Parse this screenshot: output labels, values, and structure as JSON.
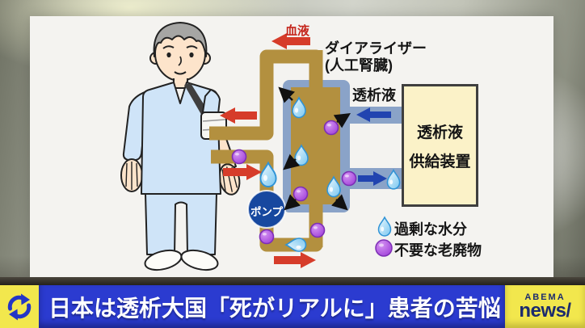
{
  "scene": {
    "diagram": {
      "blood_label": "血液",
      "dialyzer_name": "ダイアライザー",
      "dialyzer_sub": "(人工腎臓)",
      "dialysate_label": "透析液",
      "supply_device_line1": "透析液",
      "supply_device_line2": "供給装置",
      "pump_label": "ポンプ",
      "legend": {
        "water": "過剰な水分",
        "waste": "不要な老廃物"
      }
    },
    "ticker": {
      "headline": "日本は透析大国「死がリアルに」患者の苦悩",
      "brand_top": "ABEMA",
      "brand_bottom": "news/"
    },
    "colors": {
      "blood_tube": "#b3903f",
      "dialysate_shell": "#8aa3c8",
      "pump_blue": "#17489f",
      "blood_arrow_red": "#d63c2a",
      "dialysate_arrow_blue": "#2144b0",
      "waste_purple": "#a94fe0",
      "water_blue": "#9fd8f5",
      "supply_box_cream": "#fbf2c8",
      "ticker_blue": "#2b3bd0",
      "brand_yellow": "#f2e74d",
      "brand_navy": "#1c2b6e"
    }
  }
}
